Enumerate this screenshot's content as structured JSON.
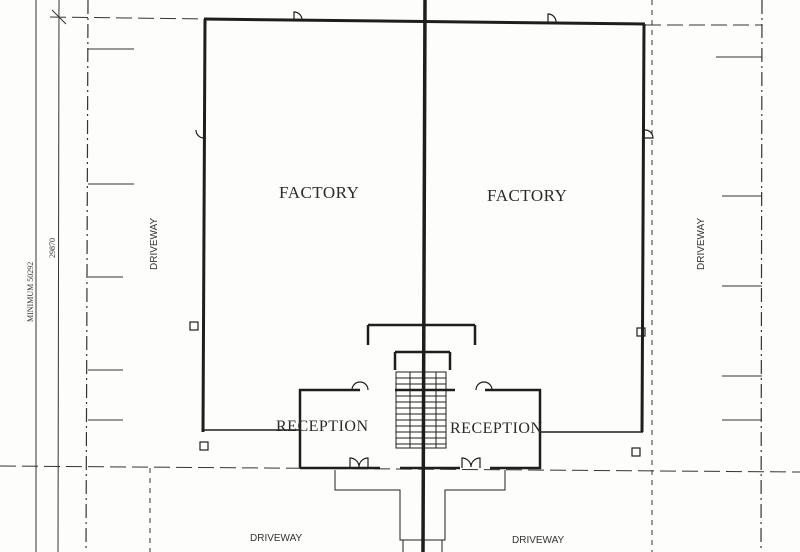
{
  "drawing": {
    "type": "floor plan",
    "rooms": [
      {
        "label": "FACTORY"
      },
      {
        "label": "FACTORY"
      },
      {
        "label": "RECEPTION"
      },
      {
        "label": "RECEPTION"
      }
    ],
    "driveways": {
      "left": "DRIVEWAY",
      "right": "DRIVEWAY",
      "bottom_left": "DRIVEWAY",
      "bottom_right": "DRIVEWAY"
    },
    "dimensions": {
      "outer": "MINIMUM 50292",
      "inner": "29870"
    },
    "colors": {
      "line": "#1e1e1e",
      "paper": "#fdfdfb"
    }
  }
}
